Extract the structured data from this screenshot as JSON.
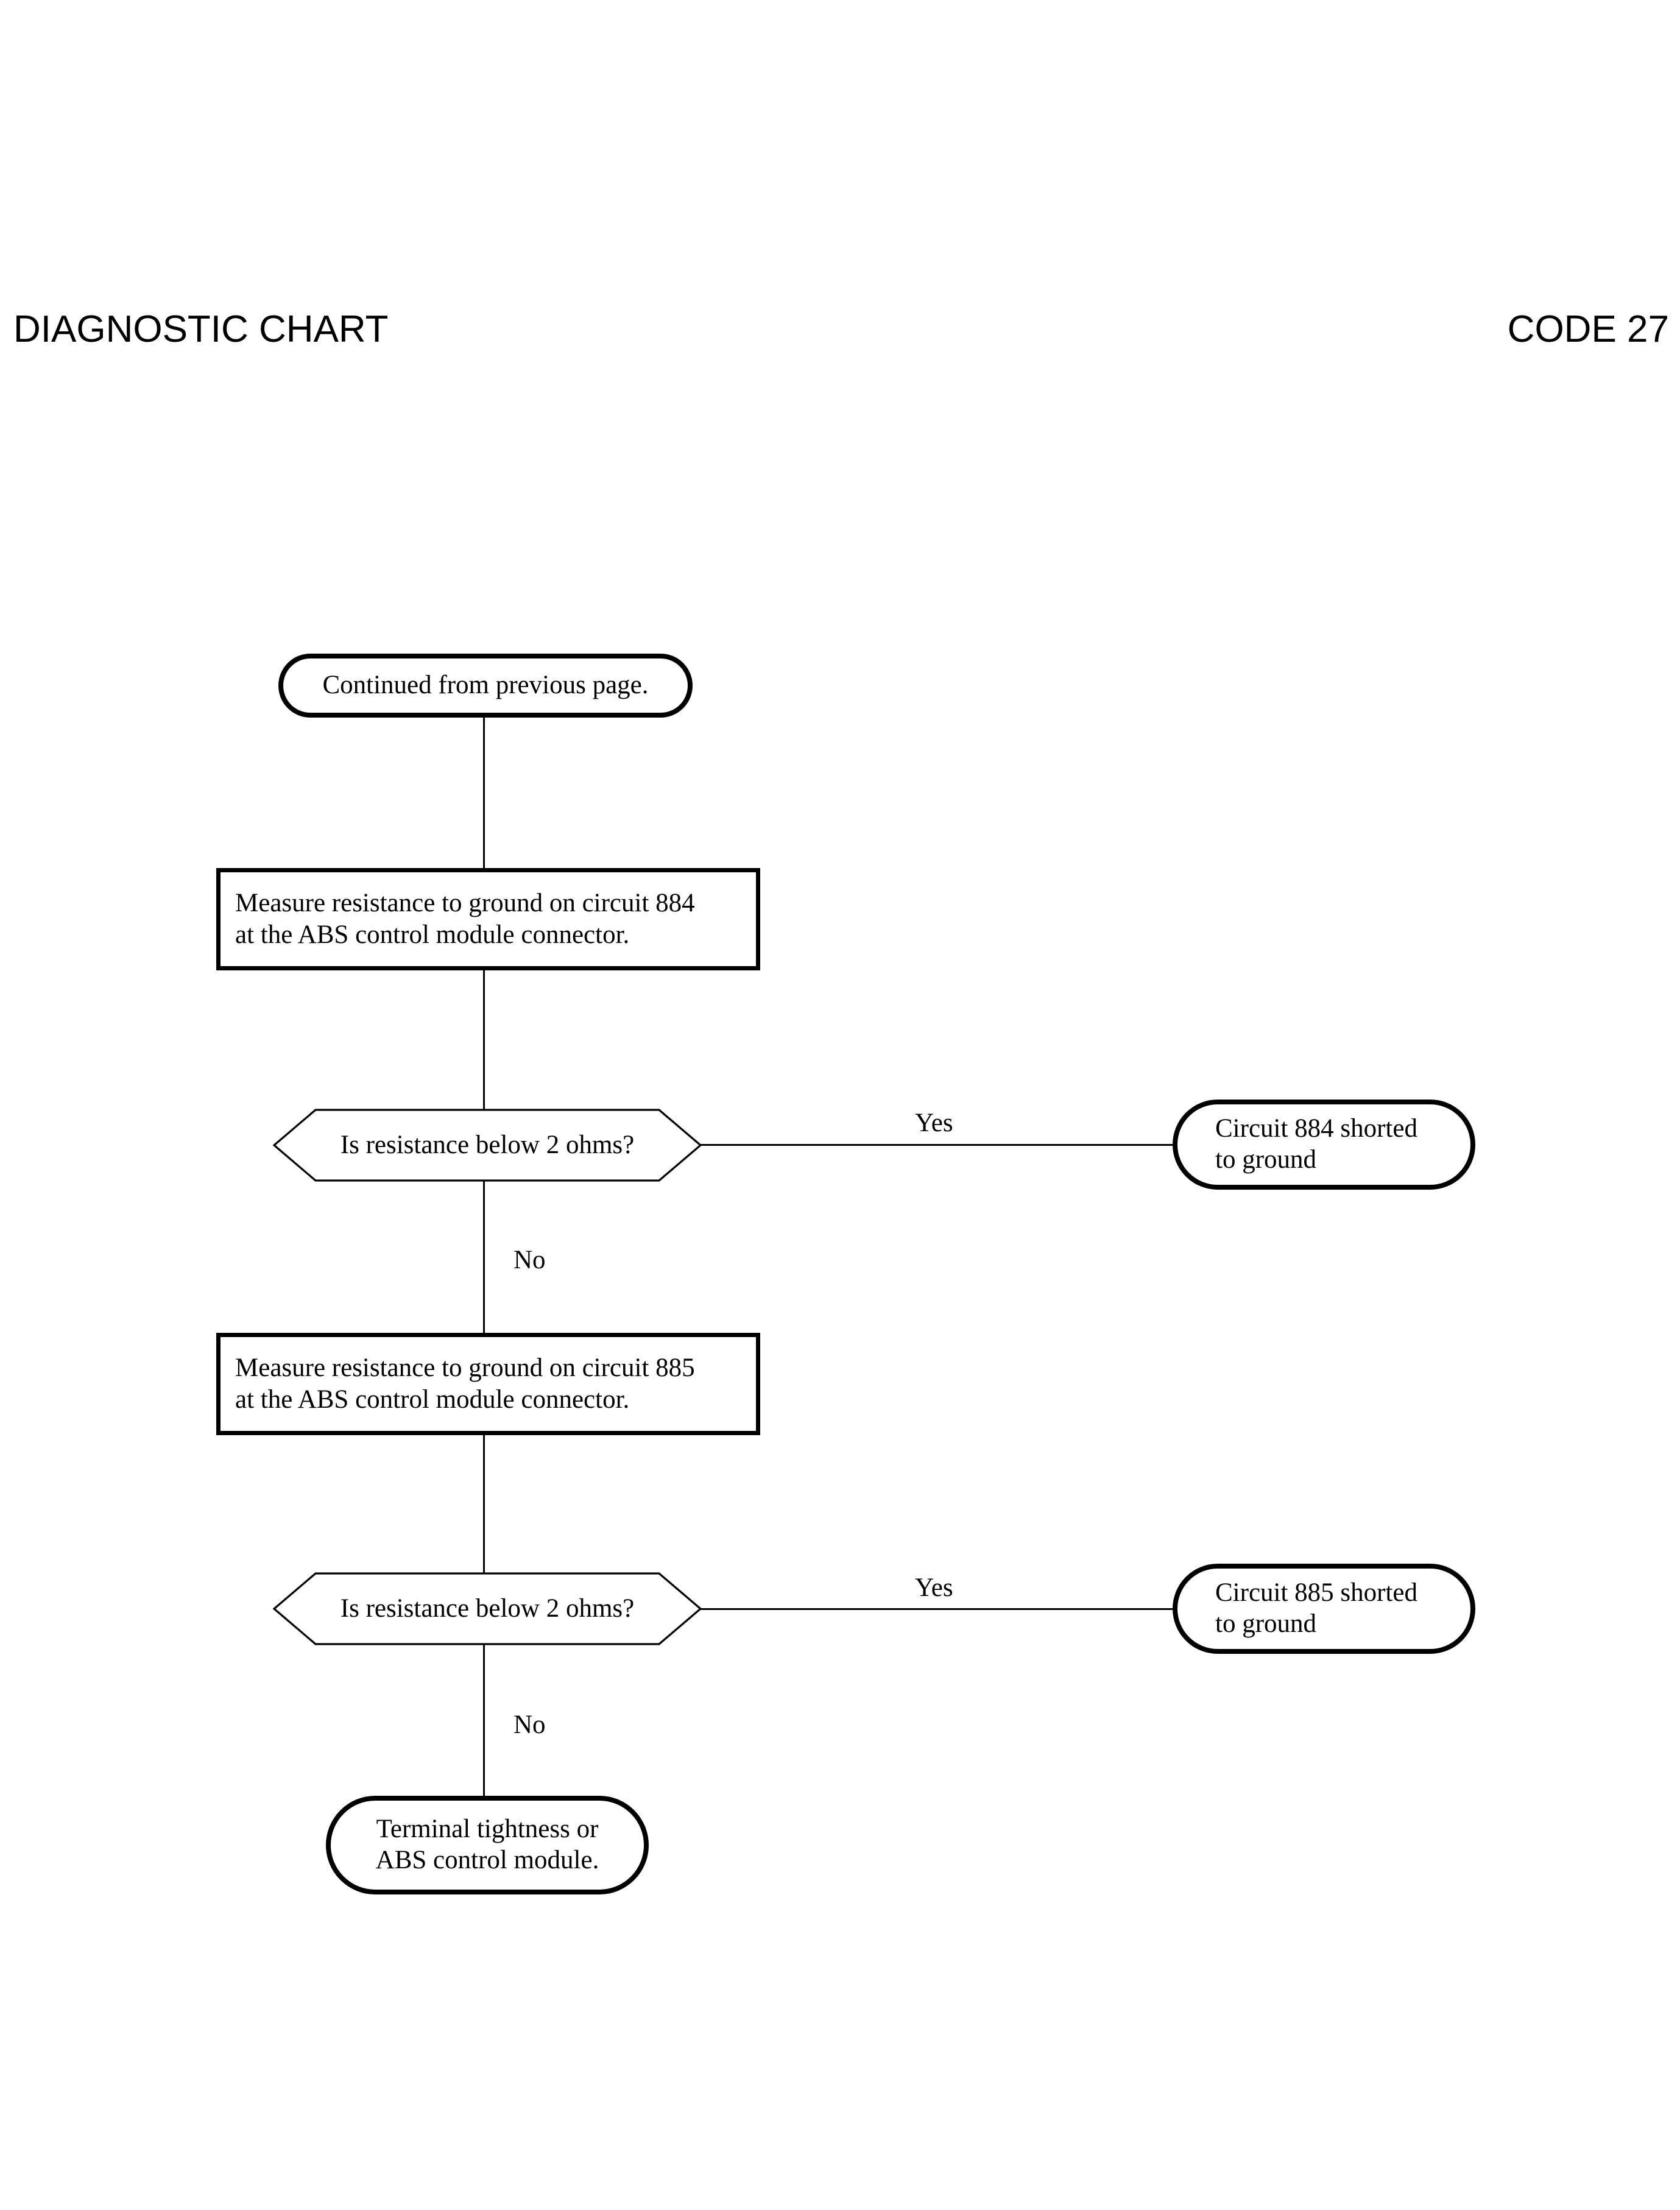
{
  "page": {
    "background_color": "#ffffff",
    "ink_color": "#000000"
  },
  "header": {
    "left_title": "DIAGNOSTIC CHART",
    "right_title": "CODE 27"
  },
  "chart_data": {
    "type": "flowchart",
    "title": "DIAGNOSTIC CHART - CODE 27",
    "nodes": [
      {
        "id": "start",
        "shape": "terminator",
        "lines": [
          "Continued from previous page."
        ],
        "align": "center"
      },
      {
        "id": "measure884",
        "shape": "process",
        "lines": [
          "Measure resistance to ground on circuit 884",
          "at the ABS control module connector."
        ],
        "align": "left"
      },
      {
        "id": "decision884",
        "shape": "decision",
        "lines": [
          "Is resistance below 2 ohms?"
        ],
        "align": "center"
      },
      {
        "id": "short884",
        "shape": "terminator",
        "lines": [
          "Circuit 884 shorted",
          "to ground"
        ],
        "align": "left"
      },
      {
        "id": "measure885",
        "shape": "process",
        "lines": [
          "Measure resistance to ground on circuit 885",
          "at the ABS control module connector."
        ],
        "align": "left"
      },
      {
        "id": "decision885",
        "shape": "decision",
        "lines": [
          "Is resistance below 2 ohms?"
        ],
        "align": "center"
      },
      {
        "id": "short885",
        "shape": "terminator",
        "lines": [
          "Circuit 885 shorted",
          "to ground"
        ],
        "align": "left"
      },
      {
        "id": "terminal",
        "shape": "terminator",
        "lines": [
          "Terminal tightness or",
          "ABS control module."
        ],
        "align": "center"
      }
    ],
    "edges": [
      {
        "from": "start",
        "to": "measure884",
        "label": ""
      },
      {
        "from": "measure884",
        "to": "decision884",
        "label": ""
      },
      {
        "from": "decision884",
        "to": "short884",
        "label": "Yes"
      },
      {
        "from": "decision884",
        "to": "measure885",
        "label": "No"
      },
      {
        "from": "measure885",
        "to": "decision885",
        "label": ""
      },
      {
        "from": "decision885",
        "to": "short885",
        "label": "Yes"
      },
      {
        "from": "decision885",
        "to": "terminal",
        "label": "No"
      }
    ]
  },
  "labels": {
    "yes_1": "Yes",
    "no_1": "No",
    "yes_2": "Yes",
    "no_2": "No"
  }
}
